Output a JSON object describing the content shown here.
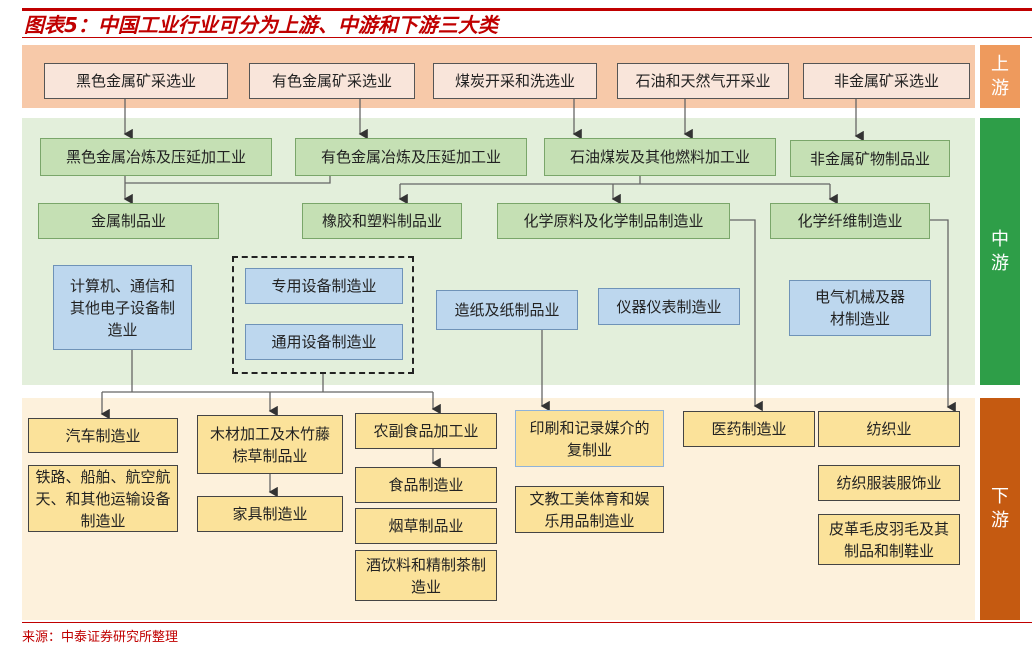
{
  "title": "图表5：中国工业行业可分为上游、中游和下游三大类",
  "source": "来源：中泰证券研究所整理",
  "side_labels": {
    "up": "上\n游",
    "mid": "中\n游",
    "down": "下\n游"
  },
  "upstream": [
    "黑色金属矿采选业",
    "有色金属矿采选业",
    "煤炭开采和洗选业",
    "石油和天然气开采业",
    "非金属矿采选业"
  ],
  "mid_row1": [
    "黑色金属冶炼及压延加工业",
    "有色金属冶炼及压延加工业",
    "石油煤炭及其他燃料加工业",
    "非金属矿物制品业"
  ],
  "mid_row2": [
    "金属制品业",
    "橡胶和塑料制品业",
    "化学原料及化学制品制造业",
    "化学纤维制造业"
  ],
  "mid_row3": [
    "计算机、通信和其他电子设备制造业",
    "专用设备制造业",
    "通用设备制造业",
    "造纸及纸制品业",
    "仪器仪表制造业",
    "电气机械及器材制造业"
  ],
  "downstream": [
    "汽车制造业",
    "铁路、船舶、航空航天、和其他运输设备制造业",
    "木材加工及木竹藤棕草制品业",
    "家具制造业",
    "农副食品加工业",
    "食品制造业",
    "烟草制品业",
    "酒饮料和精制茶制造业",
    "印刷和记录媒介的复制业",
    "文教工美体育和娱乐用品制造业",
    "医药制造业",
    "纺织业",
    "纺织服装服饰业",
    "皮革毛皮羽毛及其制品和制鞋业"
  ],
  "colors": {
    "accent": "#c00000",
    "up": "#f7c9a9",
    "mid": "#e3efdb",
    "down": "#fdf1dc",
    "up_label": "#ee9a5d",
    "mid_label": "#2e9e48",
    "down_label": "#c55a11"
  }
}
